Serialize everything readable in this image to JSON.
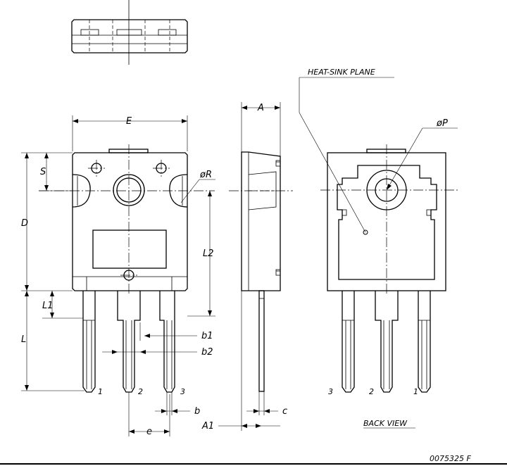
{
  "labels": {
    "heat_sink": "HEAT-SINK PLANE",
    "E": "E",
    "A": "A",
    "S": "S",
    "D": "D",
    "L1": "L1",
    "L": "L",
    "L2": "L2",
    "phiR": "øR",
    "phiP": "øP",
    "b1": "b1",
    "b2": "b2",
    "b": "b",
    "c": "c",
    "A1": "A1",
    "e": "e",
    "back_view": "BACK VIEW",
    "ref": "0075325  F",
    "pin1": "1",
    "pin2": "2",
    "pin3": "3"
  }
}
